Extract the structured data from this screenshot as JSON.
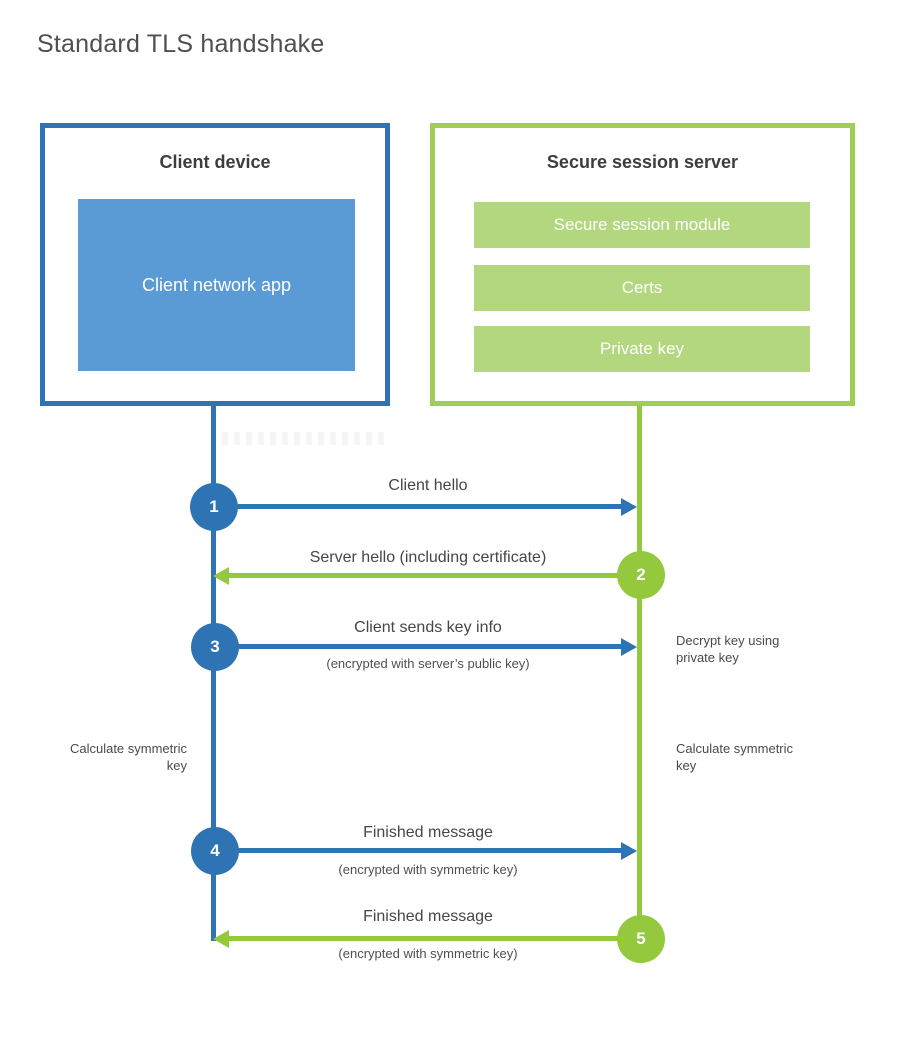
{
  "title": "Standard TLS handshake",
  "client": {
    "title": "Client device",
    "app_label": "Client network app"
  },
  "server": {
    "title": "Secure session server",
    "modules": [
      "Secure session module",
      "Certs",
      "Private key"
    ]
  },
  "steps": [
    {
      "num": "1",
      "label": "Client hello",
      "direction": "client-to-server"
    },
    {
      "num": "2",
      "label": "Server hello (including certificate)",
      "direction": "server-to-client"
    },
    {
      "num": "3",
      "label": "Client sends key info",
      "sub": "(encrypted with server’s public key)",
      "direction": "client-to-server"
    },
    {
      "num": "4",
      "label": "Finished message",
      "sub": "(encrypted with symmetric key)",
      "direction": "client-to-server"
    },
    {
      "num": "5",
      "label": "Finished message",
      "sub": "(encrypted with symmetric key)",
      "direction": "server-to-client"
    }
  ],
  "notes": {
    "decrypt": "Decrypt key using private key",
    "calc_left": "Calculate symmetric key",
    "calc_right": "Calculate symmetric key"
  },
  "colors": {
    "blue": "#2e74b5",
    "blue_fill": "#5b9bd5",
    "green": "#94c83d",
    "green_border": "#9fcd55",
    "green_fill": "#b3d77e"
  }
}
